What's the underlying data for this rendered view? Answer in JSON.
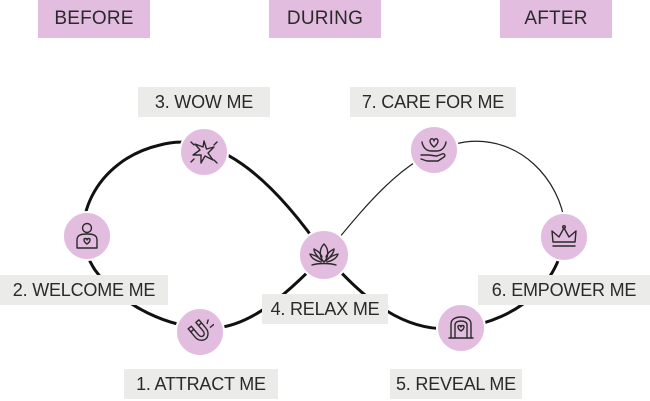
{
  "phases": {
    "before": "BEFORE",
    "during": "DURING",
    "after": "AFTER"
  },
  "steps": [
    {
      "number": "1.",
      "label": "1. ATTRACT ME",
      "icon": "magnet-icon"
    },
    {
      "number": "2.",
      "label": "2. WELCOME ME",
      "icon": "person-heart-icon"
    },
    {
      "number": "3.",
      "label": "3. WOW ME",
      "icon": "sparkle-burst-icon"
    },
    {
      "number": "4.",
      "label": "4. RELAX ME",
      "icon": "lotus-icon"
    },
    {
      "number": "5.",
      "label": "5. REVEAL ME",
      "icon": "reveal-gate-icon"
    },
    {
      "number": "6.",
      "label": "6. EMPOWER ME",
      "icon": "crown-icon"
    },
    {
      "number": "7.",
      "label": "7. CARE FOR ME",
      "icon": "hand-heart-icon"
    }
  ],
  "colors": {
    "accent": "#e3bde0",
    "label_bg": "#ebebea",
    "line": "#111111",
    "text": "#2a2a2a"
  }
}
